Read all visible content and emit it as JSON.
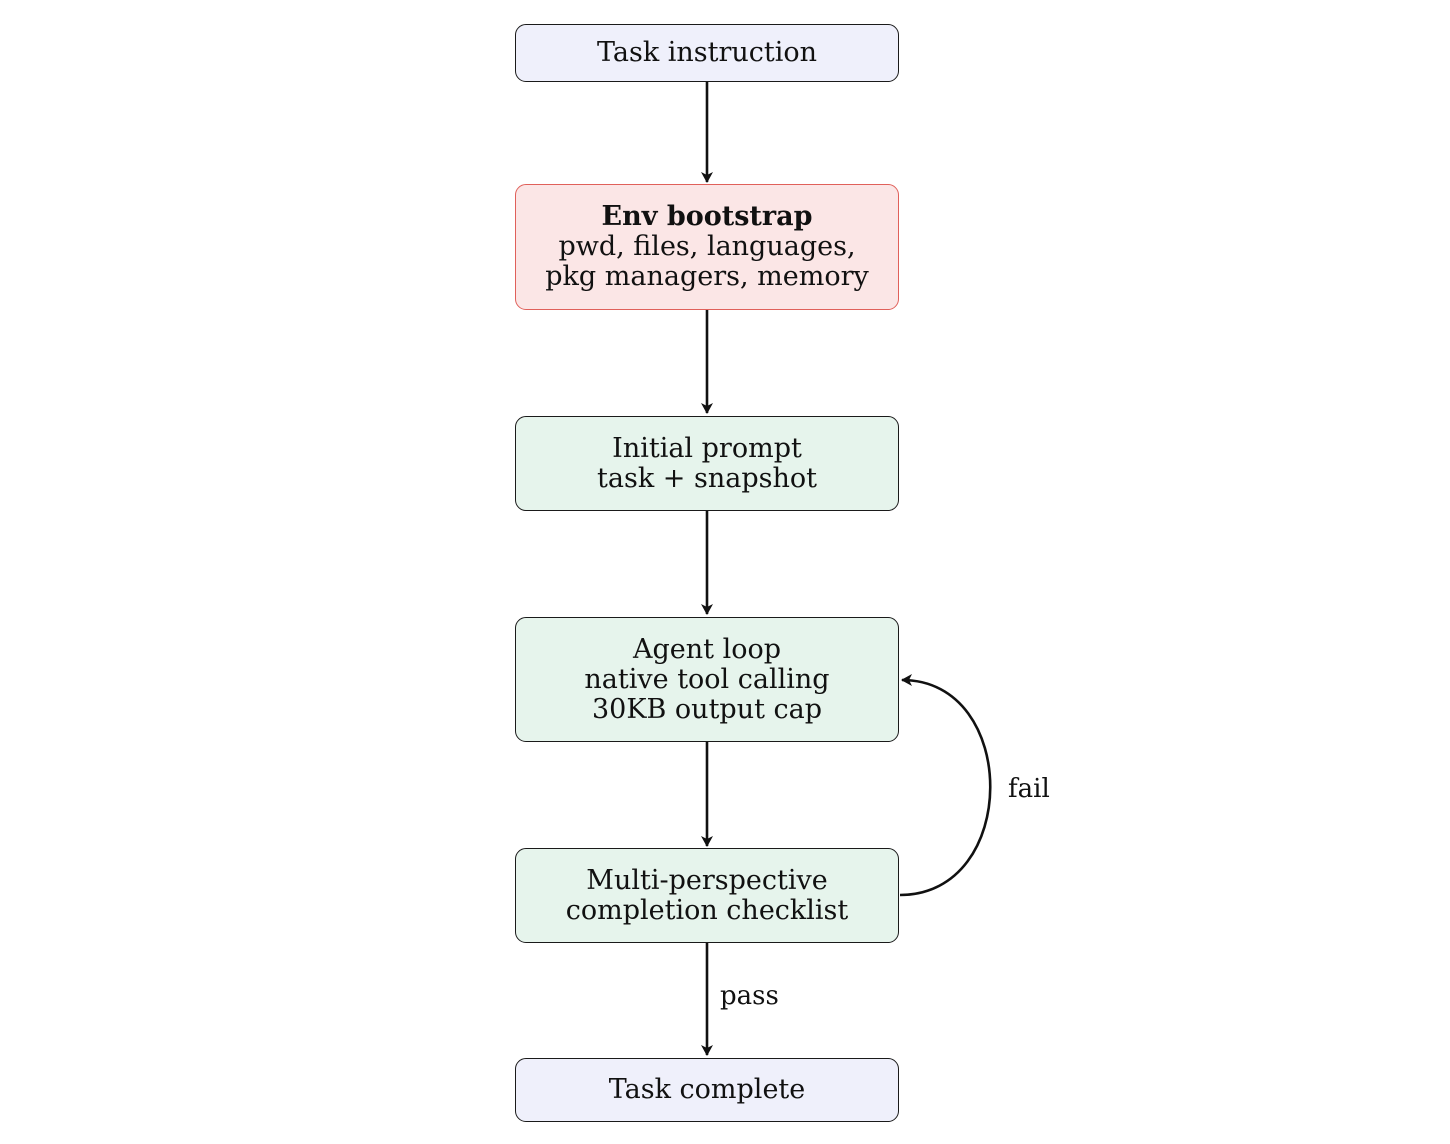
{
  "colors": {
    "terminal_fill": "#eff0fb",
    "terminal_border": "#1a1a1a",
    "bootstrap_fill": "#fbe6e6",
    "bootstrap_border": "#e0605a",
    "process_fill": "#e6f4ec",
    "process_border": "#1a1a1a",
    "arrow": "#111111"
  },
  "nodes": {
    "task_instruction": {
      "lines": [
        "Task instruction"
      ]
    },
    "env_bootstrap": {
      "title": "Env bootstrap",
      "lines": [
        "pwd, files, languages,",
        "pkg managers, memory"
      ]
    },
    "initial_prompt": {
      "lines": [
        "Initial prompt",
        "task + snapshot"
      ]
    },
    "agent_loop": {
      "lines": [
        "Agent loop",
        "native tool calling",
        "30KB output cap"
      ]
    },
    "checklist": {
      "lines": [
        "Multi-perspective",
        "completion checklist"
      ]
    },
    "task_complete": {
      "lines": [
        "Task complete"
      ]
    }
  },
  "edges": {
    "fail_label": "fail",
    "pass_label": "pass"
  }
}
